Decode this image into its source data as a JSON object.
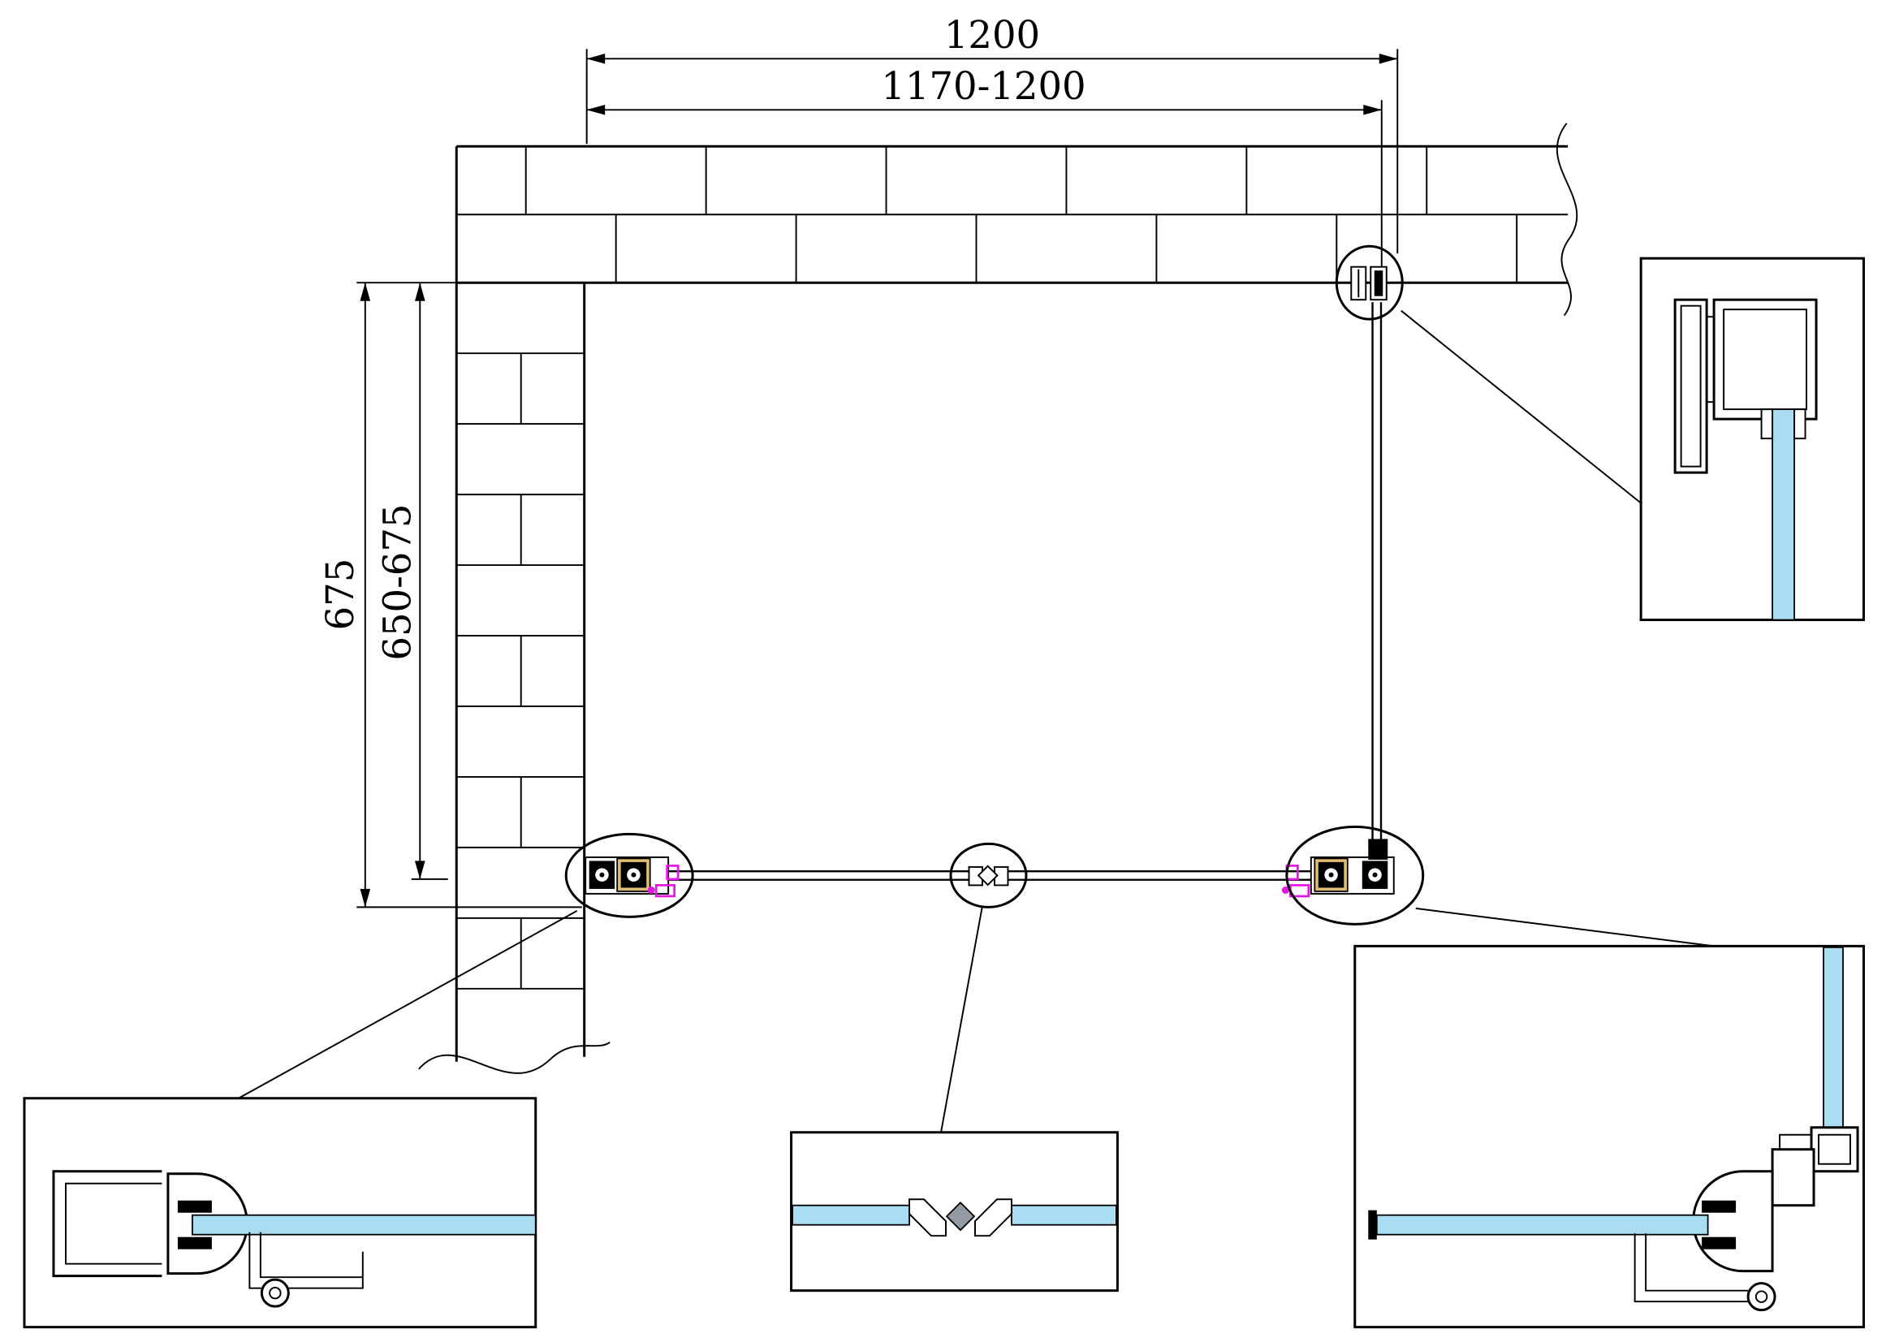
{
  "dimensions": {
    "width_total": "1200",
    "width_adjust": "1170-1200",
    "depth_total": "675",
    "depth_adjust": "650-675"
  },
  "colors": {
    "background": "#ffffff",
    "line": "#000000",
    "glass": "#aadcf2",
    "magenta": "#e517e5",
    "brass": "#dfbe72",
    "magnet_gray": "#939aa1"
  }
}
